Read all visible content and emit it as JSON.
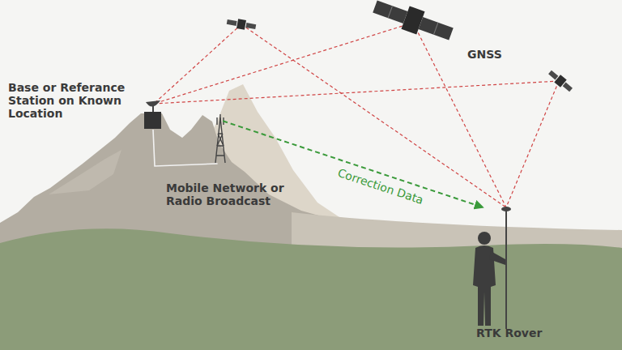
{
  "diagram": {
    "nodes": [
      {
        "text": [
          "Base or Referance Station on Known Location"
        ]
      },
      {
        "text": [
          "Mobile Network or Radio Broadcast"
        ]
      },
      {
        "text": [
          "RTK Rover"
        ]
      }
    ],
    "edges": [
      {
        "from": 0,
        "to": 1,
        "arrow": "none"
      },
      {
        "from": 1,
        "to": 2,
        "arrow": "to",
        "label": "Correction Data"
      }
    ],
    "labels": [
      "GNSS"
    ]
  }
}
